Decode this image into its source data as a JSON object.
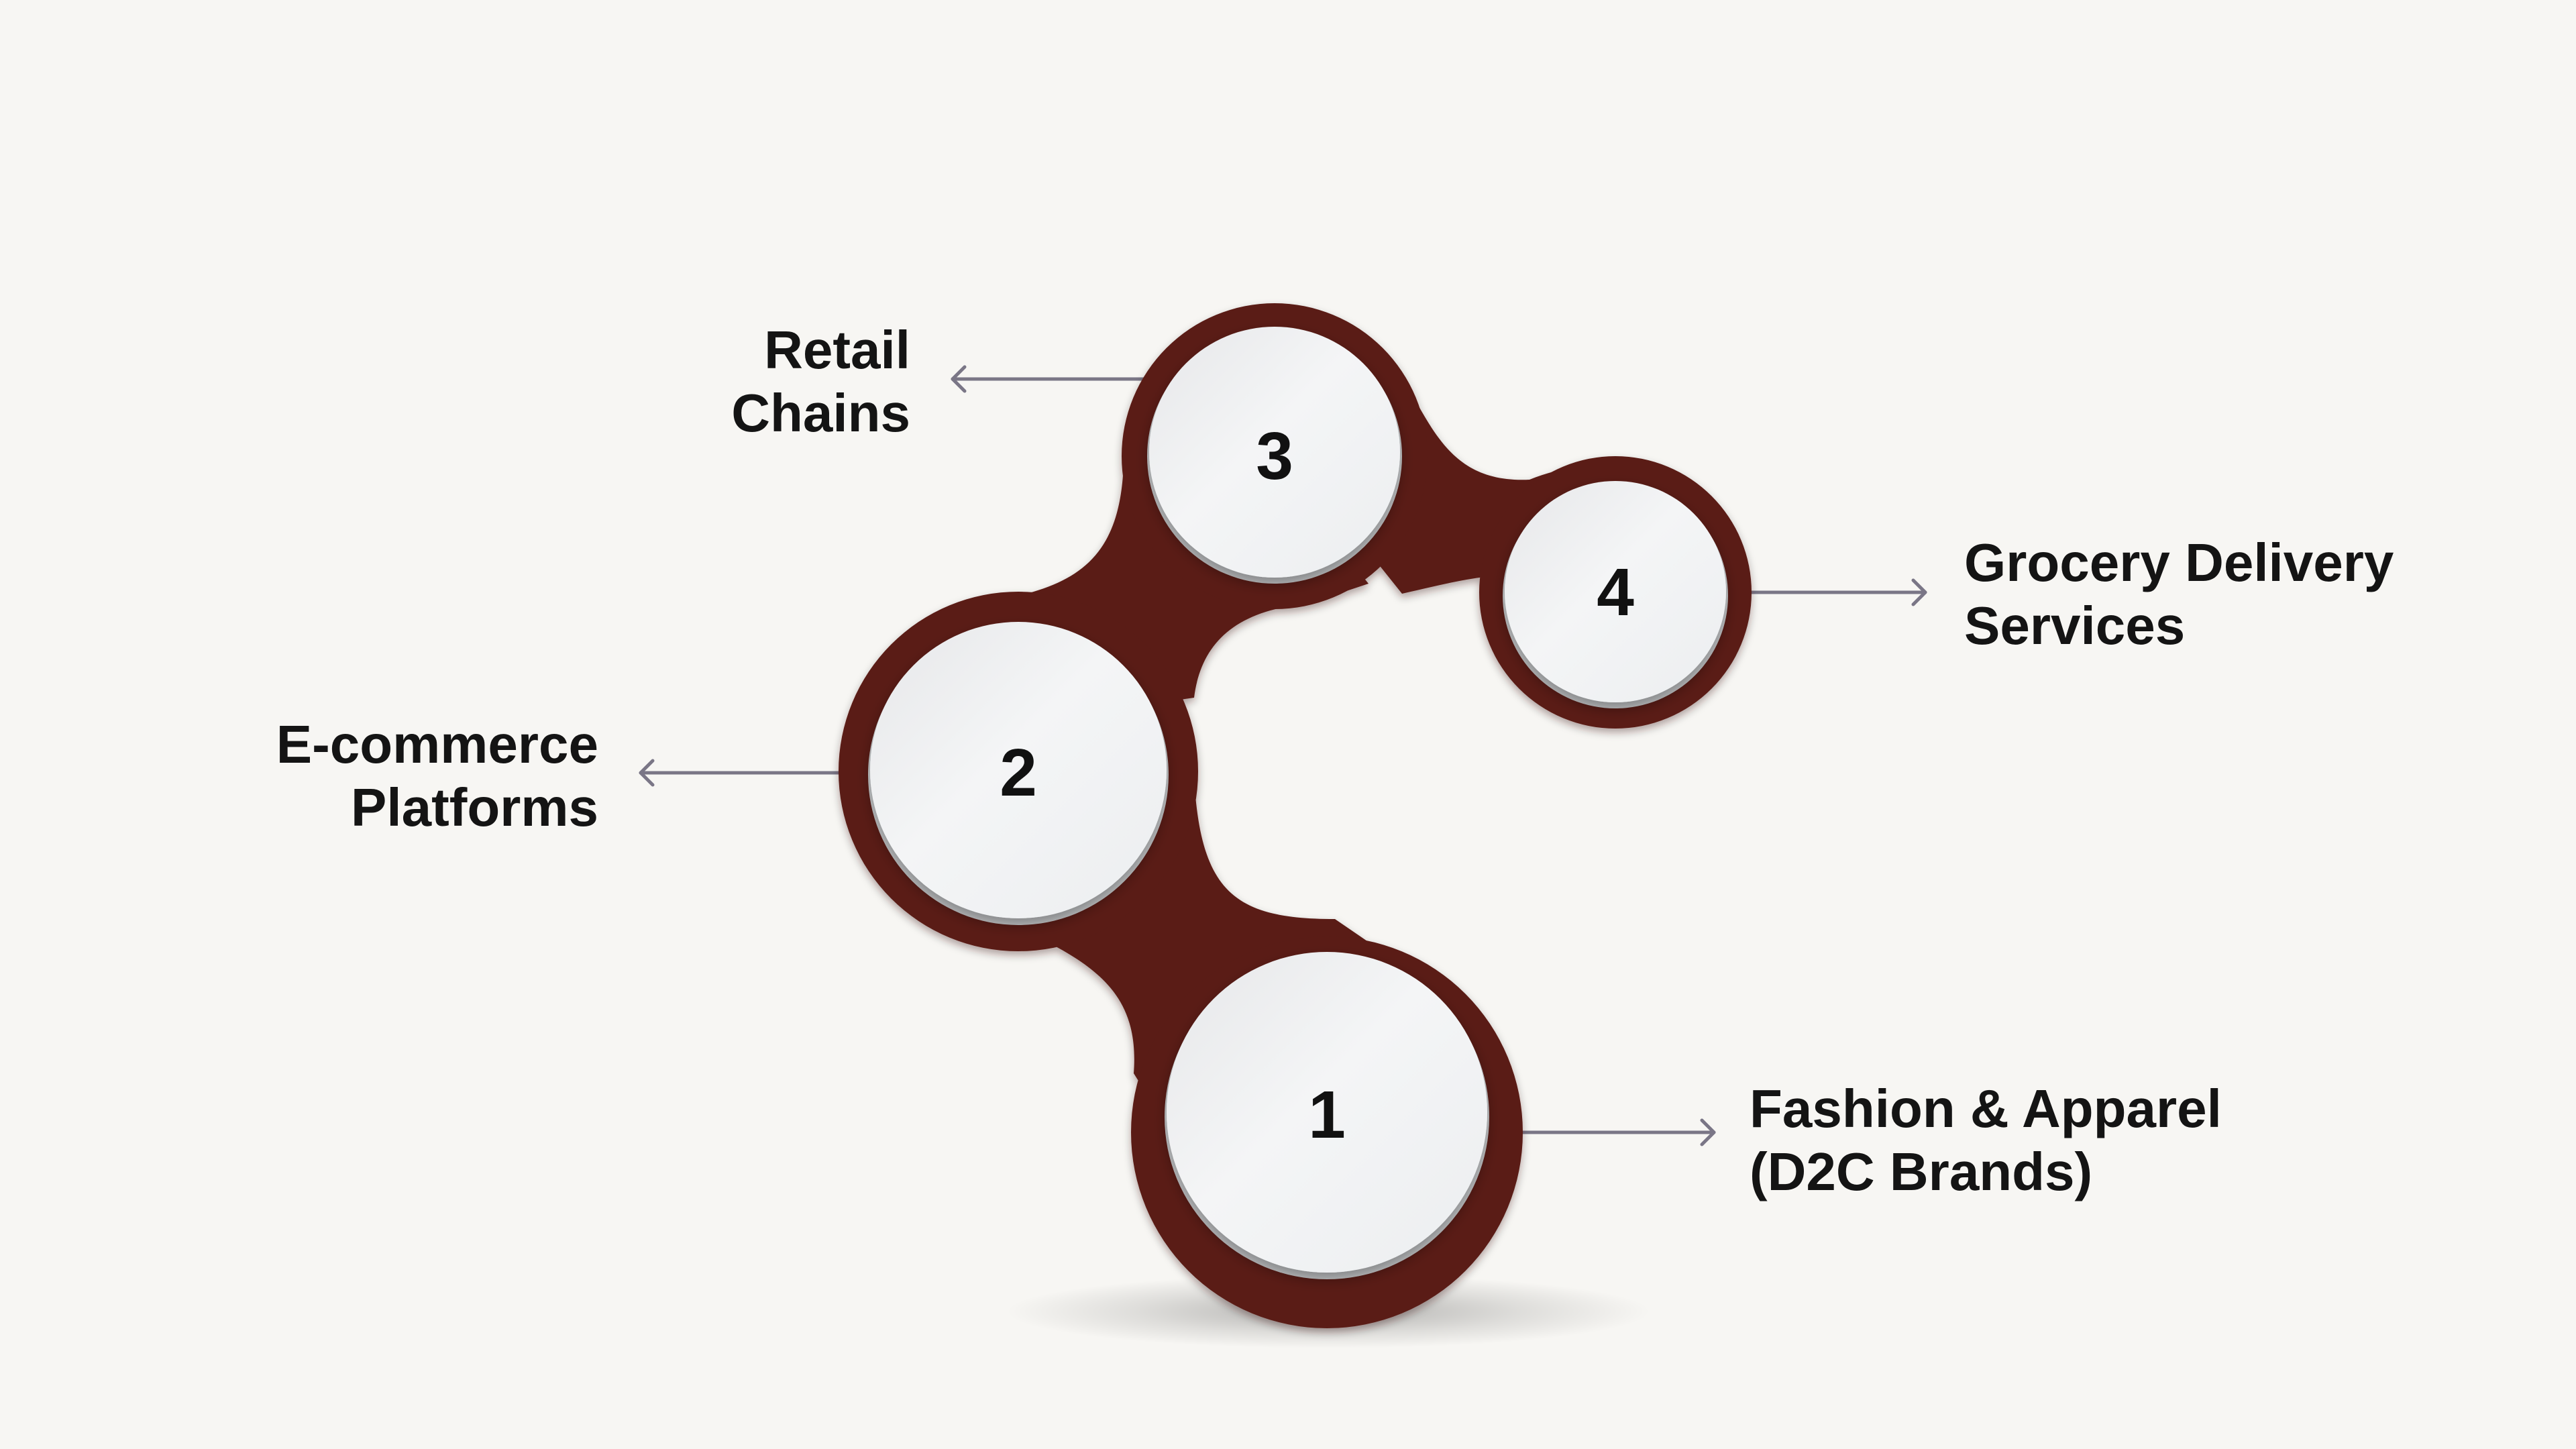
{
  "diagram": {
    "accent_color": "#5a1c15",
    "circle_fill": "#f2f3f4",
    "connector_color": "#7a7686",
    "steps": [
      {
        "number": "1",
        "label_lines": [
          "Fashion & Apparel",
          "(D2C Brands)"
        ]
      },
      {
        "number": "2",
        "label_lines": [
          "E-commerce",
          "Platforms"
        ]
      },
      {
        "number": "3",
        "label_lines": [
          "Retail",
          "Chains"
        ]
      },
      {
        "number": "4",
        "label_lines": [
          "Grocery Delivery",
          "Services"
        ]
      }
    ]
  }
}
